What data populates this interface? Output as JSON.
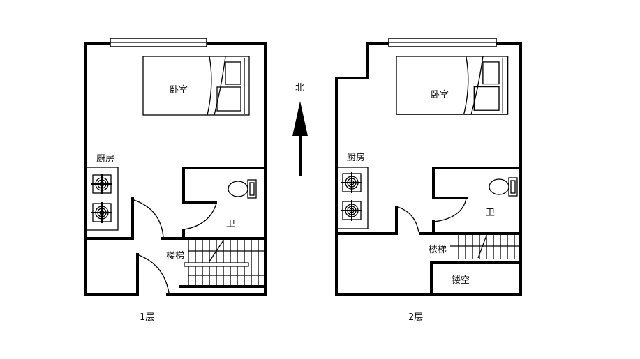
{
  "compass": {
    "north_label": "北"
  },
  "floor1": {
    "caption": "1层",
    "rooms": {
      "bedroom": "卧室",
      "kitchen": "厨房",
      "bathroom": "卫",
      "stairs": "楼梯"
    }
  },
  "floor2": {
    "caption": "2层",
    "rooms": {
      "bedroom": "卧室",
      "kitchen": "厨房",
      "bathroom": "卫",
      "stairs": "楼梯",
      "void": "镂空"
    }
  }
}
